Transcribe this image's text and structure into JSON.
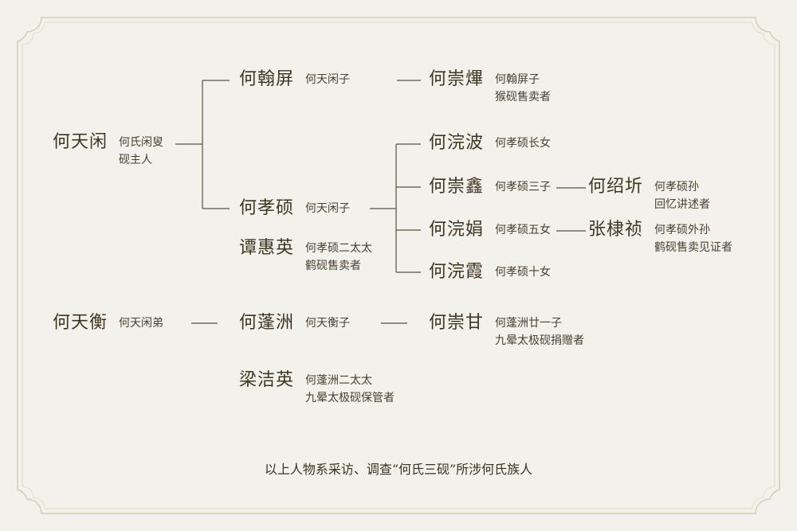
{
  "people": {
    "he_tianxian": {
      "name": "何天闲",
      "role_1": "何氏闲叟",
      "role_2": "砚主人"
    },
    "he_hanping": {
      "name": "何翰屏",
      "role_1": "何天闲子"
    },
    "he_xiaoshuo": {
      "name": "何孝硕",
      "role_1": "何天闲子"
    },
    "tan_huiying": {
      "name": "谭惠英",
      "role_1": "何孝硕二太太",
      "role_2": "鹤砚售卖者"
    },
    "he_chongye": {
      "name": "何崇熚",
      "role_1": "何翰屏子",
      "role_2": "猴砚售卖者"
    },
    "he_wanbo": {
      "name": "何浣波",
      "role_1": "何孝硕长女"
    },
    "he_chongxin": {
      "name": "何崇鑫",
      "role_1": "何孝硕三子"
    },
    "he_wanjuan": {
      "name": "何浣娟",
      "role_1": "何孝硕五女"
    },
    "he_wanxia": {
      "name": "何浣霞",
      "role_1": "何孝硕十女"
    },
    "he_shaoqi": {
      "name": "何绍圻",
      "role_1": "何孝硕孙",
      "role_2": "回忆讲述者"
    },
    "zhang_tizhen": {
      "name": "张棣祯",
      "role_1": "何孝硕外孙",
      "role_2": "鹤砚售卖见证者"
    },
    "he_tianheng": {
      "name": "何天衡",
      "role_1": "何天闲弟"
    },
    "he_pengzhou": {
      "name": "何蓬洲",
      "role_1": "何天衡子"
    },
    "liang_jieying": {
      "name": "梁洁英",
      "role_1": "何蓬洲二太太",
      "role_2": "九晕太极砚保管者"
    },
    "he_chonggan": {
      "name": "何崇甘",
      "role_1": "何蓬洲廿一子",
      "role_2": "九晕太极砚捐赠者"
    }
  },
  "footer": "以上人物系采访、调查“何氏三砚”所涉何氏族人",
  "colors": {
    "background": "#f3f1ec",
    "frame": "#d8ccb0",
    "text": "#3a3320",
    "line": "#5a5040"
  }
}
